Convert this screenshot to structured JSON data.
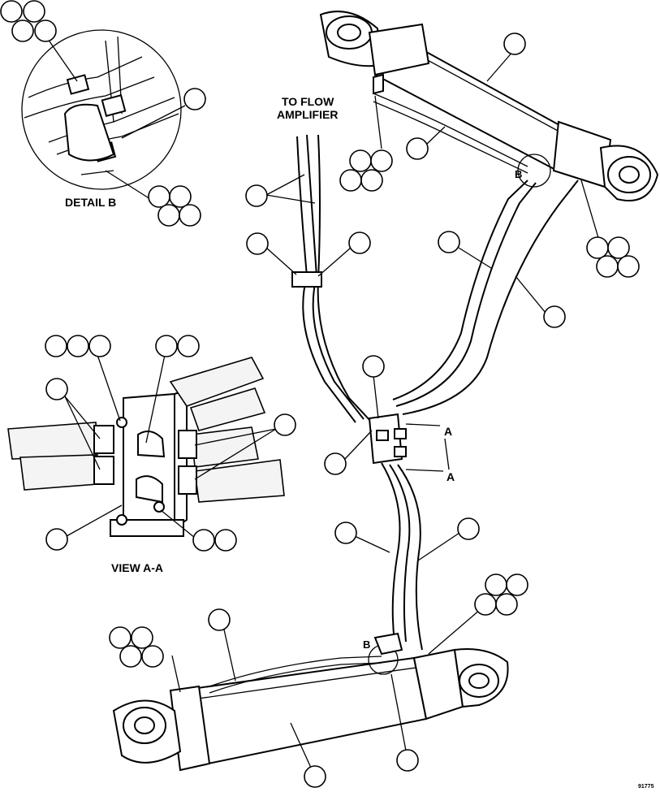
{
  "labels": {
    "detail_b": "DETAIL B",
    "to_flow_line1": "TO FLOW",
    "to_flow_line2": "AMPLIFIER",
    "view_aa": "VIEW A-A",
    "section_a_upper": "A",
    "section_a_lower": "A",
    "detail_b_marker_upper": "B",
    "detail_b_marker_lower": "B",
    "figure_number": "91775"
  },
  "colors": {
    "ink": "#000000",
    "paper": "#ffffff"
  }
}
